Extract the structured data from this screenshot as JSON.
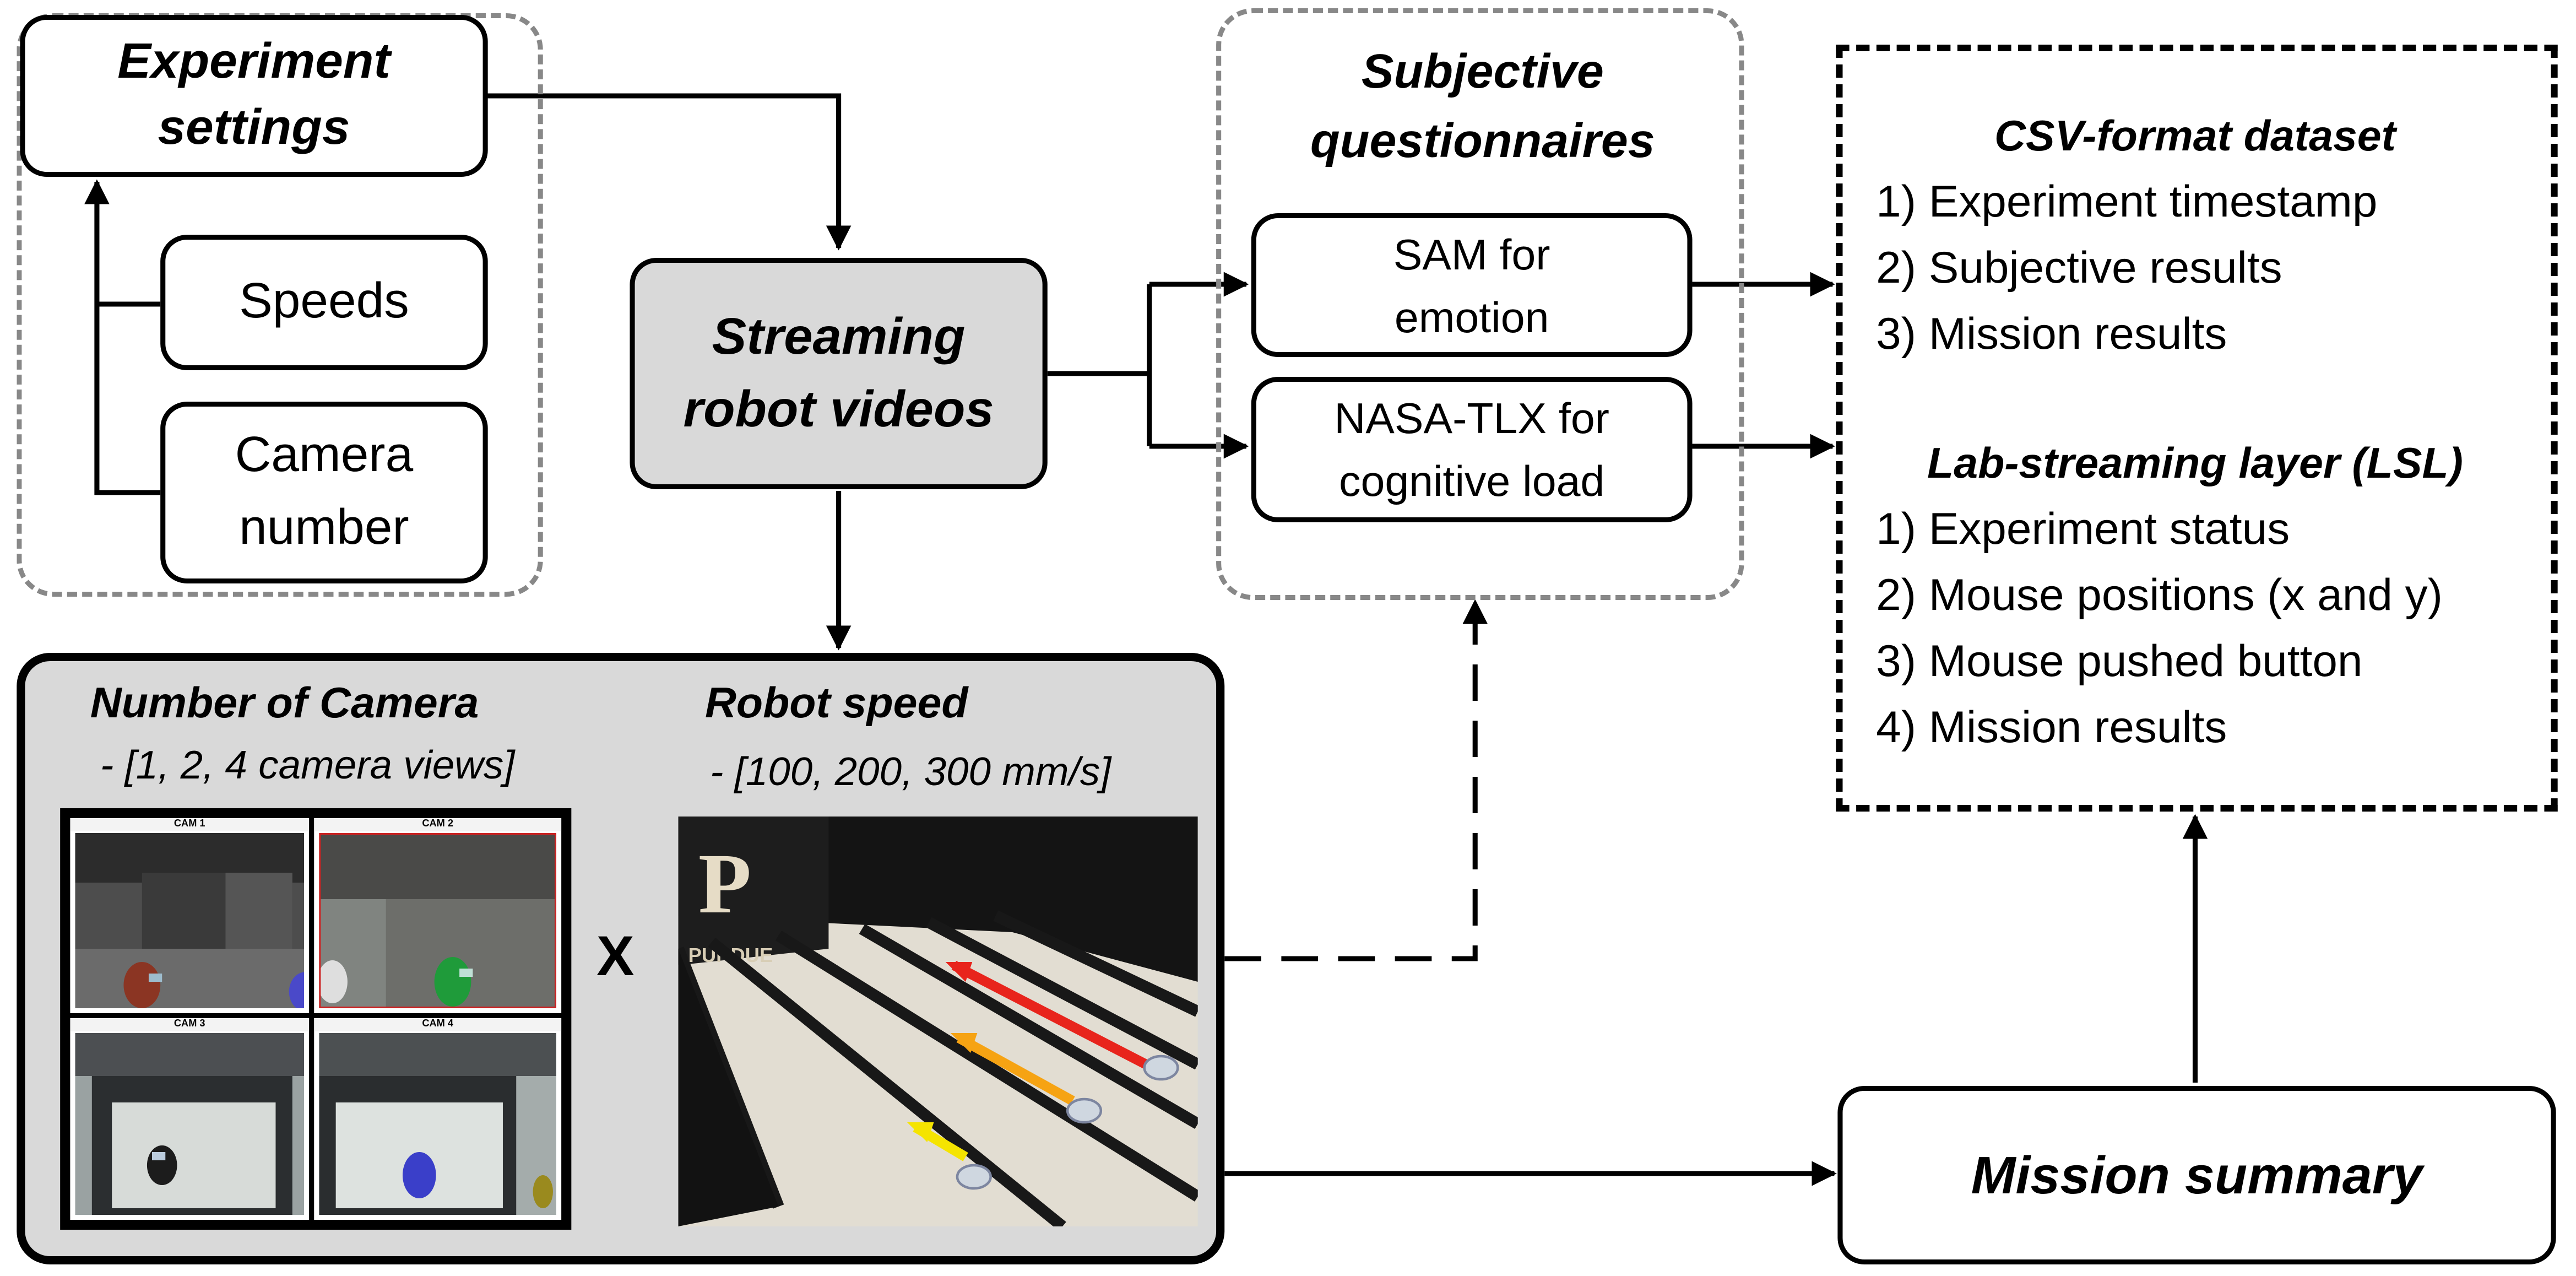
{
  "experiment_settings": {
    "title": "Experiment settings",
    "speeds": "Speeds",
    "camera_number": "Camera number"
  },
  "streaming": {
    "title": "Streaming robot videos"
  },
  "questionnaires": {
    "title": "Subjective questionnaires",
    "sam": "SAM for emotion",
    "nasa": "NASA-TLX for cognitive load"
  },
  "csv": {
    "title": "CSV-format dataset",
    "items": [
      "1) Experiment timestamp",
      "2) Subjective results",
      "3) Mission results"
    ]
  },
  "lsl": {
    "title": "Lab-streaming layer (LSL)",
    "items": [
      "1) Experiment status",
      "2) Mouse positions (x and y)",
      "3) Mouse pushed button",
      "4) Mission results"
    ]
  },
  "panel": {
    "camera_title": "Number of Camera",
    "camera_values": "- [1, 2, 4 camera views]",
    "speed_title": "Robot speed",
    "speed_values": "- [100, 200, 300 mm/s]",
    "times": "X",
    "cams": [
      "CAM 1",
      "CAM 2",
      "CAM 3",
      "CAM 4"
    ],
    "logo": "PURDUE"
  },
  "mission": {
    "title": "Mission summary"
  },
  "colors": {
    "arrow_red": "#e8241c",
    "arrow_orange": "#f6a313",
    "arrow_yellow": "#f5e400",
    "panel_grey": "#d9d9d9",
    "dash_grey": "#888888"
  }
}
